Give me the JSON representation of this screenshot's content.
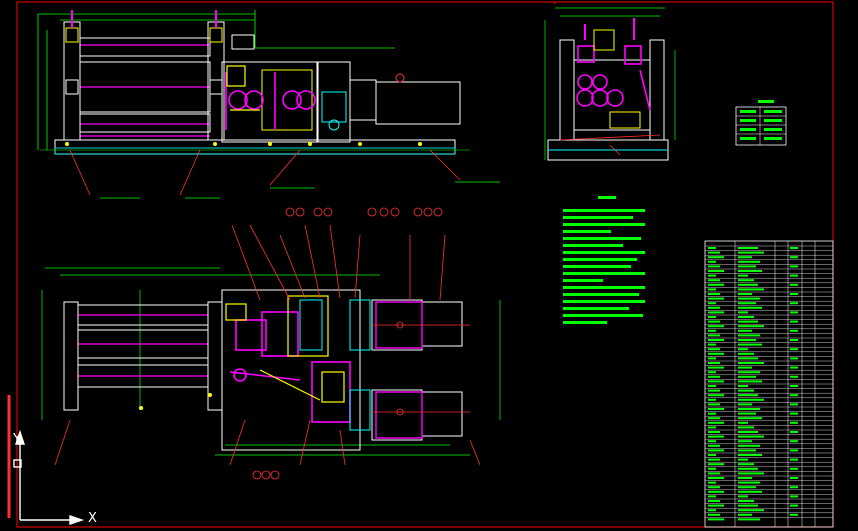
{
  "ucs": {
    "x_label": "X",
    "y_label": "Y"
  },
  "colors": {
    "background": "#000000",
    "frame": "#ff0000",
    "outline": "#ffffff",
    "text_block": "#00ff00",
    "accent_magenta": "#ff00ff",
    "accent_yellow": "#ffff00",
    "accent_cyan": "#00ffff",
    "leader": "#ff3030"
  },
  "views": [
    {
      "name": "front-elevation-view"
    },
    {
      "name": "side-elevation-view"
    },
    {
      "name": "plan-view"
    }
  ],
  "title_block": {
    "name": "parts-list-table"
  }
}
